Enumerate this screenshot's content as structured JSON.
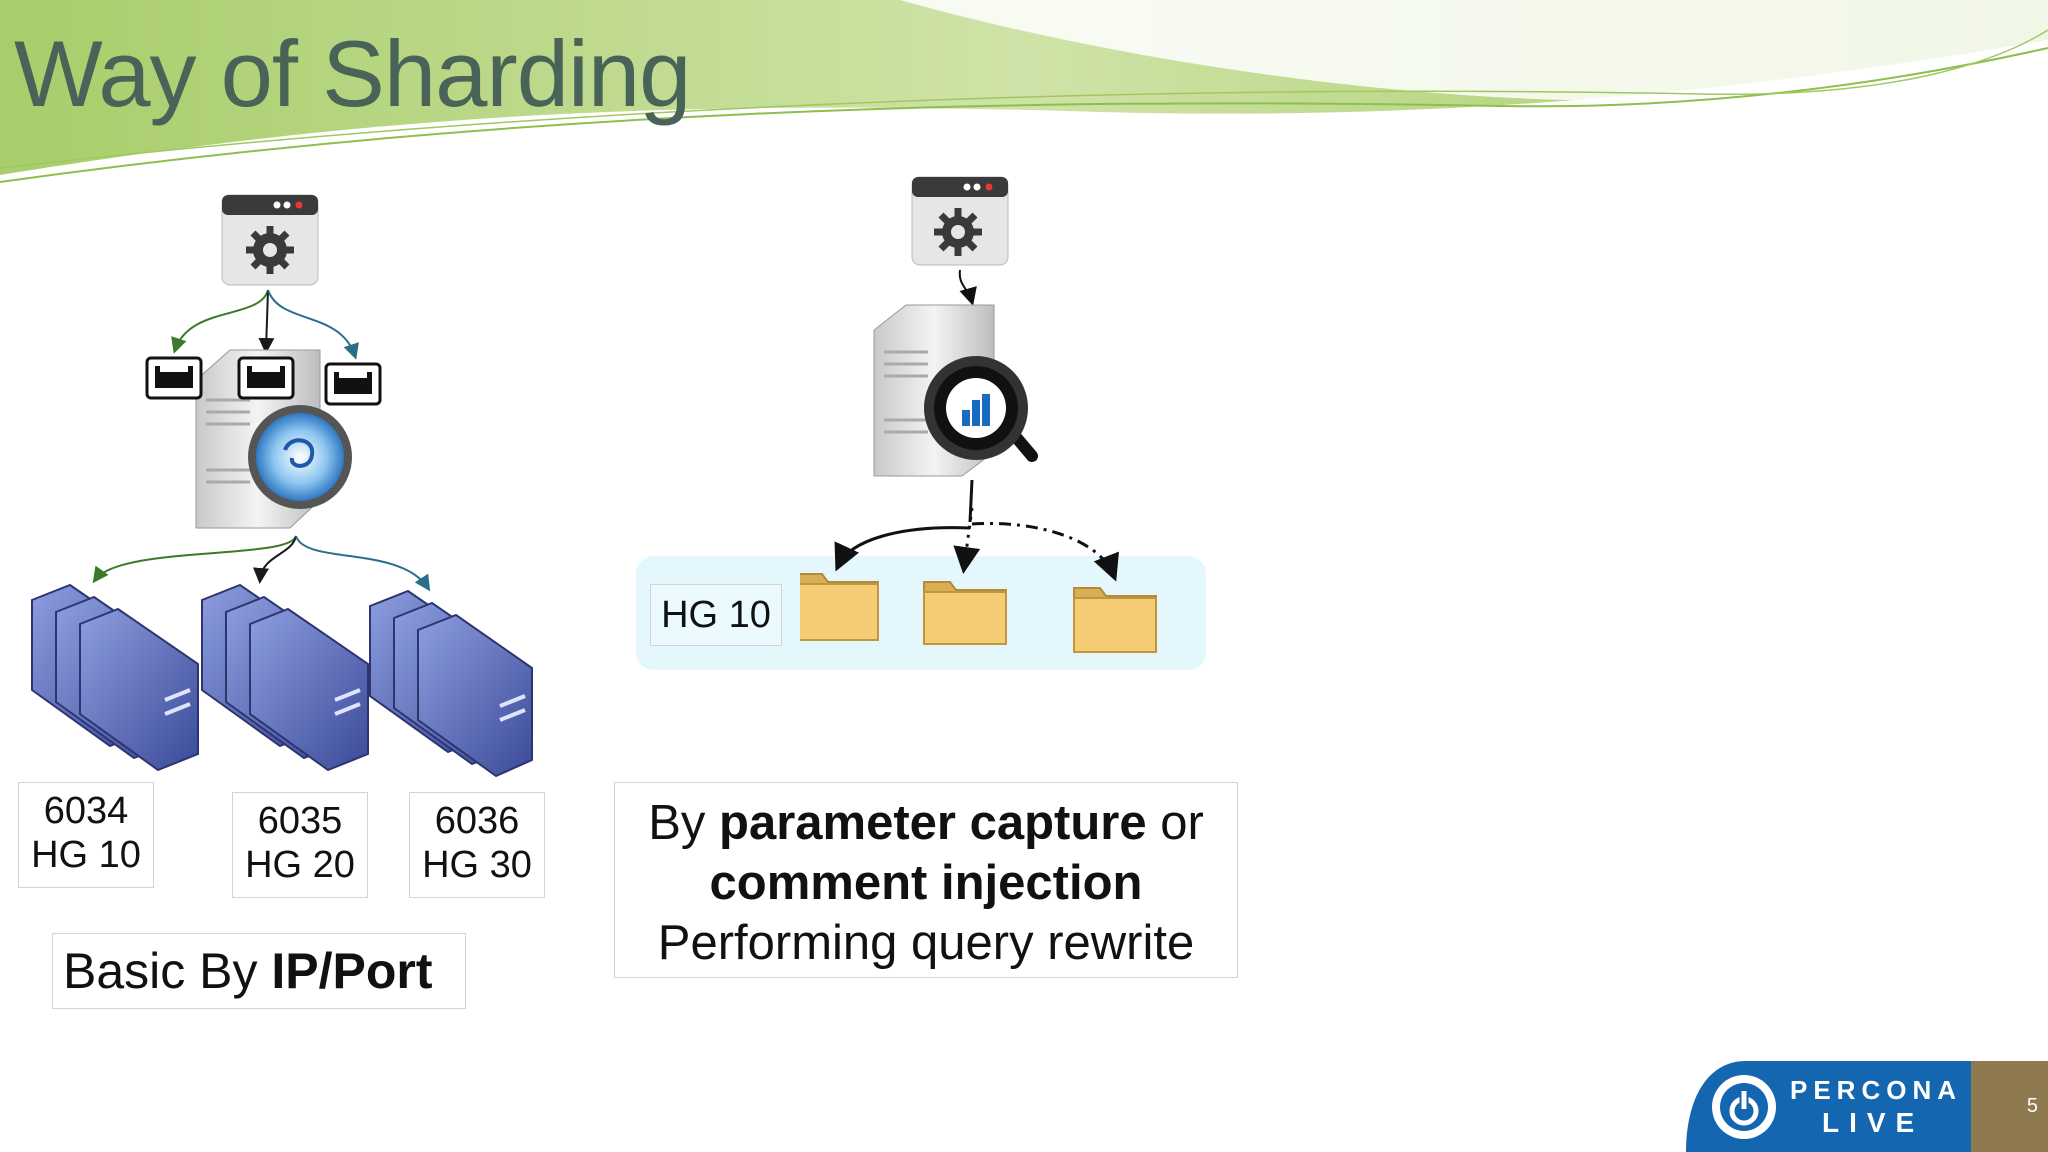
{
  "slide": {
    "title": "Way of Sharding",
    "page_number": "5"
  },
  "left": {
    "backends": [
      {
        "port": "6034",
        "hostgroup": "HG 10"
      },
      {
        "port": "6035",
        "hostgroup": "HG 20"
      },
      {
        "port": "6036",
        "hostgroup": "HG 30"
      }
    ],
    "caption_prefix": "Basic By ",
    "caption_bold": "IP/Port"
  },
  "right": {
    "hostgroup_label": "HG 10",
    "caption": {
      "line1_prefix": "By ",
      "line1_bold": "parameter capture",
      "line1_suffix": " or",
      "line2_bold": "comment injection",
      "line3": "Performing query rewrite"
    }
  },
  "logo": {
    "line1": "PERCONA",
    "line2": "LIVE"
  },
  "colors": {
    "title": "#4a6358",
    "header_green": "#9cc85a",
    "server_blue": "#4a5aa8",
    "folder_yellow": "#f4cc74",
    "hg_panel": "#e3f7fd",
    "percona_blue": "#1566b0",
    "page_badge": "#8e7a4e"
  }
}
